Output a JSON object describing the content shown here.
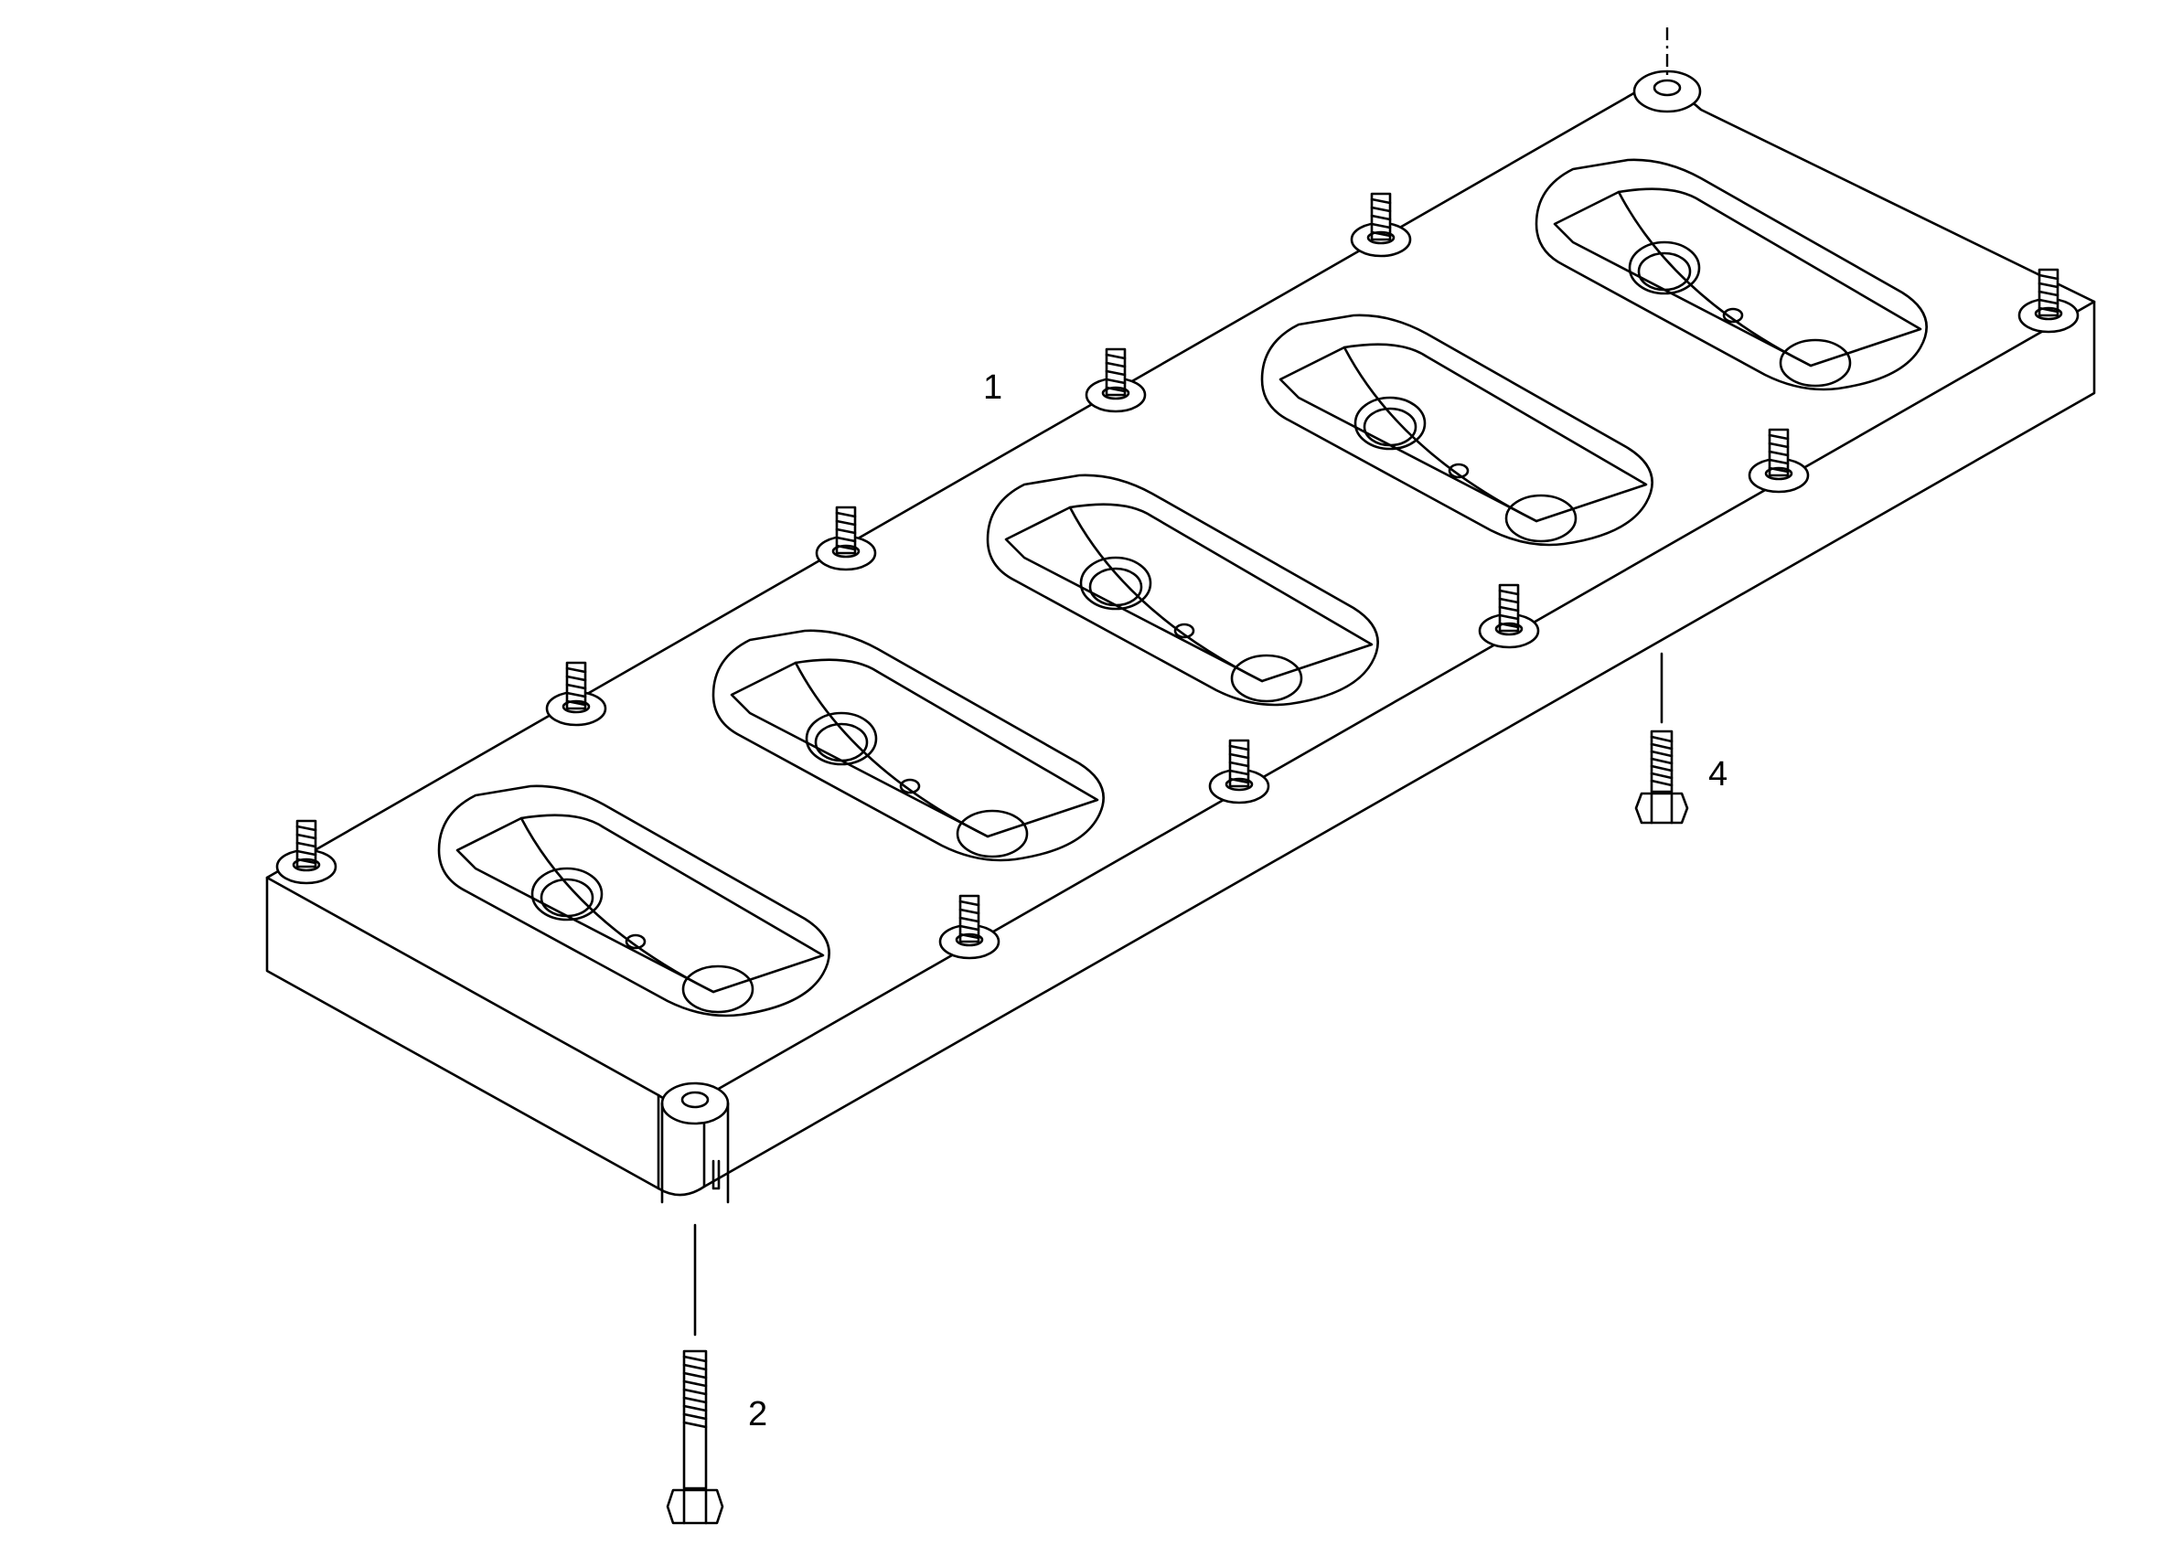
{
  "callouts": {
    "part_1": "1",
    "part_2": "2",
    "part_4": "4"
  },
  "colors": {
    "line": "#000000",
    "background": "#ffffff"
  }
}
